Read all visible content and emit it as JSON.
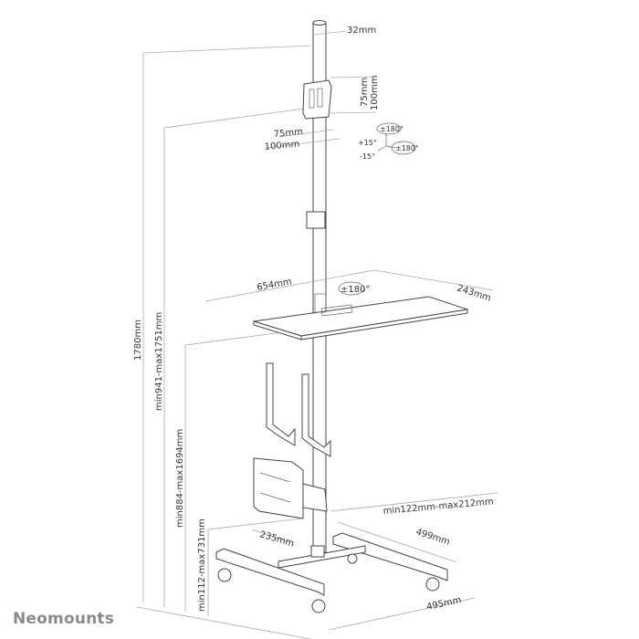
{
  "brand": {
    "name": "Neomounts"
  },
  "dimensions": {
    "pole_diameter": "32mm",
    "vesa_h_75": "75mm",
    "vesa_h_100": "100mm",
    "vesa_v_75": "75mm",
    "vesa_v_100": "100mm",
    "swivel": "±180°",
    "tilt_up": "+15°",
    "tilt_down": "-15°",
    "rotate": "±180°",
    "shelf_swivel": "±180°",
    "shelf_width": "654mm",
    "shelf_depth": "243mm",
    "total_height": "1780mm",
    "monitor_height": "min941-max1751mm",
    "shelf_height": "min884-max1694mm",
    "cpu_holder_height": "min112-max731mm",
    "cpu_holder_width": "min122mm-max212mm",
    "cpu_holder_depth": "235mm",
    "base_depth": "499mm",
    "base_width": "495mm"
  }
}
